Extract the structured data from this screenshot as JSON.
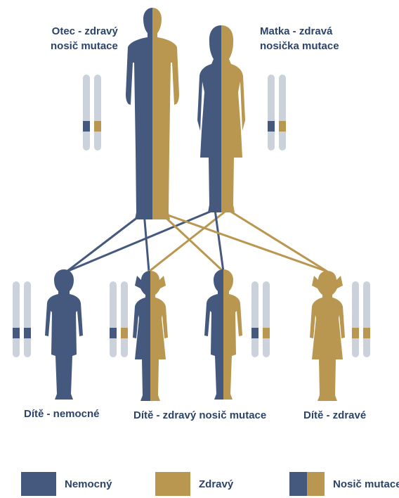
{
  "colors": {
    "affected": "#44597d",
    "healthy": "#b99750",
    "chromosome": "#ccd2db"
  },
  "parents": {
    "father": {
      "line1": "Otec - zdravý",
      "line2": "nosič mutace"
    },
    "mother": {
      "line1": "Matka - zdravá",
      "line2": "nosička mutace"
    }
  },
  "children": {
    "affected": "Dítě - nemocné",
    "carrier": "Dítě - zdravý nosič mutace",
    "healthy": "Dítě - zdravé"
  },
  "legend": [
    {
      "label": "Nemocný",
      "kind": "affected"
    },
    {
      "label": "Zdravý",
      "kind": "healthy"
    },
    {
      "label": "Nosič mutace",
      "kind": "carrier"
    }
  ]
}
